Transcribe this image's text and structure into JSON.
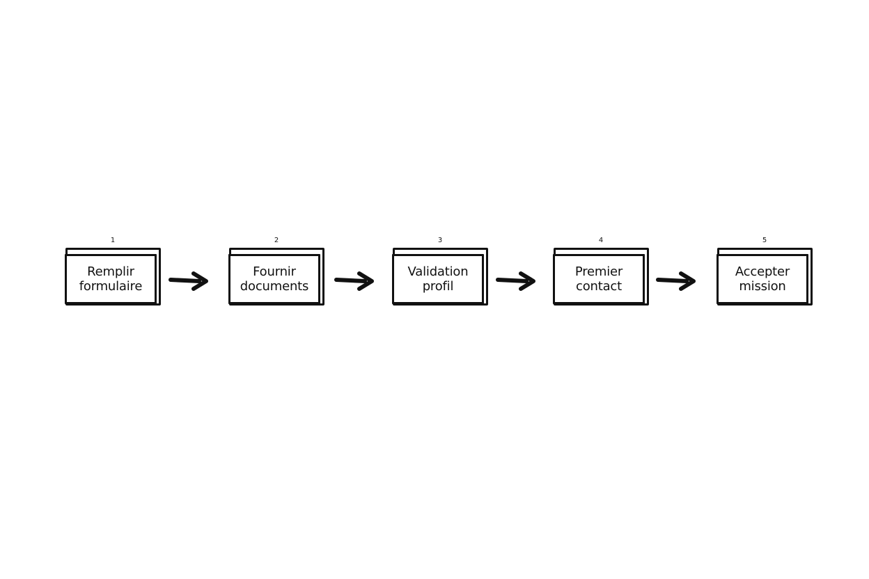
{
  "flow": {
    "steps": [
      {
        "number": "1",
        "line1": "Remplir",
        "line2": "formulaire"
      },
      {
        "number": "2",
        "line1": "Fournir",
        "line2": "documents"
      },
      {
        "number": "3",
        "line1": "Validation",
        "line2": "profil"
      },
      {
        "number": "4",
        "line1": "Premier",
        "line2": "contact"
      },
      {
        "number": "5",
        "line1": "Accepter",
        "line2": "mission"
      }
    ],
    "colors": {
      "stroke": "#111111",
      "background": "#ffffff"
    }
  }
}
